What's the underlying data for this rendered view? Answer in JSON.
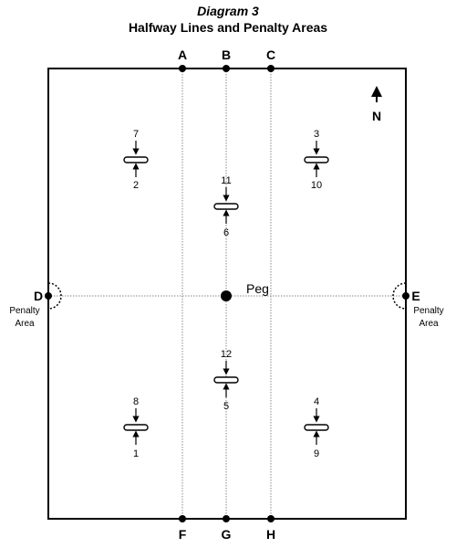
{
  "title": {
    "line1": "Diagram 3",
    "line2": "Halfway Lines and Penalty Areas"
  },
  "points": {
    "top": [
      "A",
      "B",
      "C"
    ],
    "bottom": [
      "F",
      "G",
      "H"
    ],
    "left": "D",
    "right": "E"
  },
  "north": "N",
  "peg": "Peg",
  "penalty": {
    "left": [
      "Penalty",
      "Area"
    ],
    "right": [
      "Penalty",
      "Area"
    ]
  },
  "stations": {
    "top_left": {
      "above": "7",
      "below": "2"
    },
    "top_right": {
      "above": "3",
      "below": "10"
    },
    "center_top": {
      "above": "11",
      "below": "6"
    },
    "center_bottom": {
      "above": "12",
      "below": "5"
    },
    "bottom_left": {
      "above": "8",
      "below": "1"
    },
    "bottom_right": {
      "above": "4",
      "below": "9"
    }
  }
}
